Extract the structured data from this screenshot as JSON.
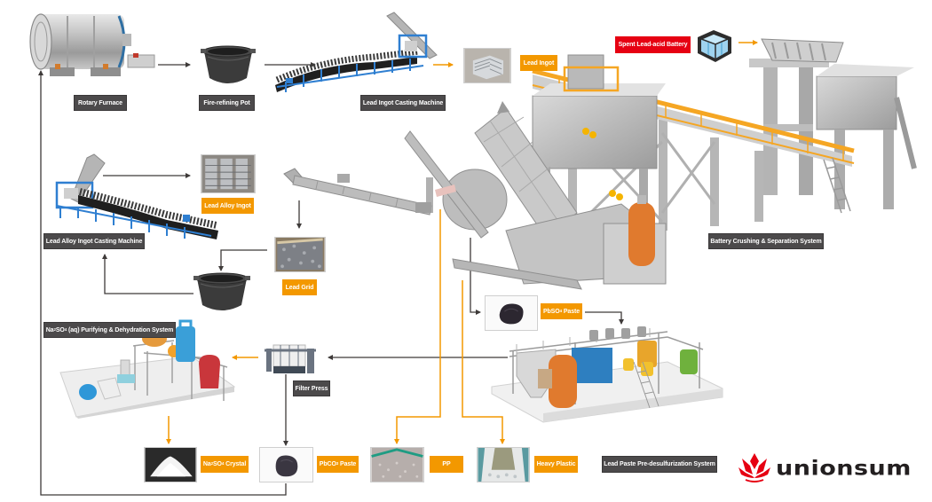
{
  "diagram": {
    "title": "Spent lead-acid battery recycling process flow",
    "brand": {
      "name": "unionsum",
      "logo_icon": "crown-flame-icon",
      "accent_color": "#e60012"
    },
    "colors": {
      "system_label": "#4c4a4b",
      "product_label": "#f39800",
      "input_label": "#e60012",
      "process_arrow": "#3e3a39",
      "product_arrow": "#f39800"
    },
    "input": {
      "spent_battery": {
        "label": "Spent Lead-acid Battery",
        "icon": "battery-icon"
      }
    },
    "systems": {
      "rotary_furnace": {
        "label": "Rotary Furnace",
        "icon": "rotary-furnace-icon"
      },
      "fire_refining_pot": {
        "label": "Fire-refining Pot",
        "icon": "refining-pot-icon"
      },
      "lead_ingot_casting": {
        "label": "Lead Ingot Casting Machine",
        "icon": "casting-machine-icon"
      },
      "lead_alloy_ingot_casting": {
        "label": "Lead Alloy Ingot Casting Machine",
        "icon": "casting-machine-icon"
      },
      "battery_crushing": {
        "label": "Battery Crushing & Separation System",
        "icon": "crushing-plant-icon"
      },
      "na2so4_purifying": {
        "label_prefix": "Na",
        "label_sub1": "2",
        "label_mid": "SO",
        "label_sub2": "4",
        "label_suffix": " (aq) Purifying & Dehydration System",
        "icon": "purifying-plant-icon"
      },
      "filter_press": {
        "label": "Filter Press",
        "icon": "filter-press-icon"
      },
      "lead_paste_desulfurization": {
        "label": "Lead Paste Pre-desulfurization System",
        "icon": "desulfurization-plant-icon"
      }
    },
    "products": {
      "lead_ingot": {
        "label": "Lead Ingot",
        "icon": "lead-ingot-photo"
      },
      "lead_alloy_ingot": {
        "label": "Lead Alloy Ingot",
        "icon": "alloy-ingot-photo"
      },
      "lead_grid": {
        "label": "Lead Grid",
        "icon": "lead-grid-photo"
      },
      "pbso4_paste": {
        "prefix": "PbSO",
        "sub": "4",
        "suffix": " Paste",
        "icon": "paste-photo"
      },
      "pbco3_paste": {
        "prefix": "PbCO",
        "sub": "3",
        "suffix": " Paste",
        "icon": "paste-photo"
      },
      "na2so4_crystal": {
        "prefix": "Na",
        "sub1": "2",
        "mid": "SO",
        "sub2": "4",
        "suffix": " Crystal",
        "icon": "crystal-photo"
      },
      "pp": {
        "label": "PP",
        "icon": "pp-chips-photo"
      },
      "heavy_plastic": {
        "label": "Heavy Plastic",
        "icon": "heavy-plastic-photo"
      }
    },
    "flows": [
      {
        "from": "Spent Lead-acid Battery",
        "to": "Battery Crushing & Separation System",
        "type": "product"
      },
      {
        "from": "Rotary Furnace",
        "to": "Fire-refining Pot",
        "type": "process"
      },
      {
        "from": "Fire-refining Pot",
        "to": "Lead Ingot Casting Machine",
        "type": "process"
      },
      {
        "from": "Lead Ingot Casting Machine",
        "to": "Lead Ingot",
        "type": "product"
      },
      {
        "from": "Battery Crushing & Separation System",
        "to": "Lead Grid",
        "type": "process"
      },
      {
        "from": "Lead Grid",
        "to": "Fire-refining Pot",
        "type": "process"
      },
      {
        "from": "Fire-refining Pot",
        "to": "Lead Alloy Ingot Casting Machine",
        "type": "process"
      },
      {
        "from": "Lead Alloy Ingot Casting Machine",
        "to": "Lead Alloy Ingot",
        "type": "process"
      },
      {
        "from": "Battery Crushing & Separation System",
        "to": "PbSO4 Paste",
        "type": "process"
      },
      {
        "from": "PbSO4 Paste",
        "to": "Lead Paste Pre-desulfurization System",
        "type": "process"
      },
      {
        "from": "Lead Paste Pre-desulfurization System",
        "to": "Filter Press",
        "type": "process"
      },
      {
        "from": "Filter Press",
        "to": "Na2SO4 (aq) Purifying & Dehydration System",
        "type": "product"
      },
      {
        "from": "Na2SO4 (aq) Purifying & Dehydration System",
        "to": "Na2SO4 Crystal",
        "type": "product"
      },
      {
        "from": "Filter Press",
        "to": "PbCO3 Paste",
        "type": "process"
      },
      {
        "from": "PbCO3 Paste",
        "to": "Rotary Furnace",
        "type": "process"
      },
      {
        "from": "Battery Crushing & Separation System",
        "to": "PP",
        "type": "product"
      },
      {
        "from": "Battery Crushing & Separation System",
        "to": "Heavy Plastic",
        "type": "product"
      }
    ]
  }
}
